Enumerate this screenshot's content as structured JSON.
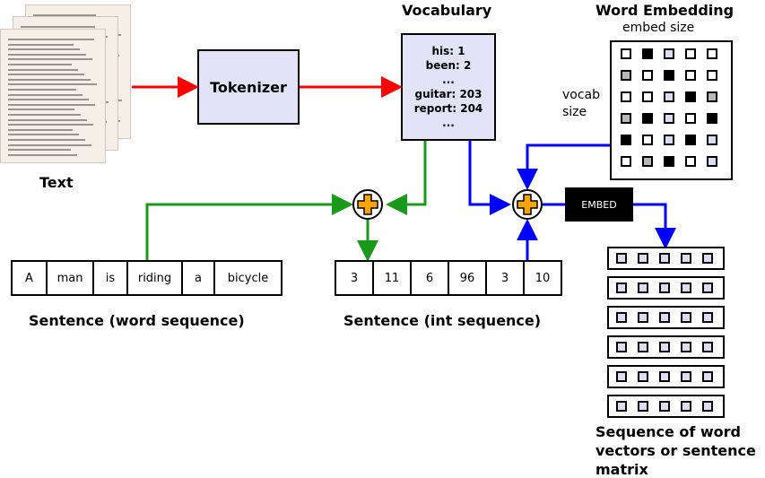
{
  "labels": {
    "text": "Text",
    "vocabulary": "Vocabulary",
    "word_embedding": "Word Embedding",
    "embed_size": "embed size",
    "vocab_size_line1": "vocab",
    "vocab_size_line2": "size",
    "sentence_words": "Sentence (word sequence)",
    "sentence_ints": "Sentence (int sequence)",
    "output_line1": "Sequence of word",
    "output_line2": "vectors or sentence",
    "output_line3": "matrix"
  },
  "tokenizer": {
    "label": "Tokenizer"
  },
  "vocab_entries": [
    "his: 1",
    "been: 2",
    "...",
    "guitar: 203",
    "report: 204",
    "..."
  ],
  "embed_button": {
    "label": "EMBED"
  },
  "words": [
    "A",
    "man",
    "is",
    "riding",
    "a",
    "bicycle"
  ],
  "ints": [
    "3",
    "11",
    "6",
    "96",
    "3",
    "10"
  ],
  "colors": {
    "tokenizer_bg": "#e3e3f8",
    "arrow_red": "#ff0000",
    "arrow_green": "#1a9a1a",
    "arrow_blue": "#0000ff",
    "plus_orange": "#ffa500"
  },
  "embedding_matrix": [
    [
      "white",
      "black",
      "light",
      "white",
      "white"
    ],
    [
      "gray",
      "white",
      "black",
      "white",
      "white"
    ],
    [
      "white",
      "white",
      "light",
      "black",
      "gray"
    ],
    [
      "gray",
      "black",
      "light",
      "white",
      "black"
    ],
    [
      "black",
      "white",
      "light",
      "black",
      "light"
    ],
    [
      "white",
      "gray",
      "black",
      "white",
      "light"
    ]
  ],
  "output_rows": 6
}
